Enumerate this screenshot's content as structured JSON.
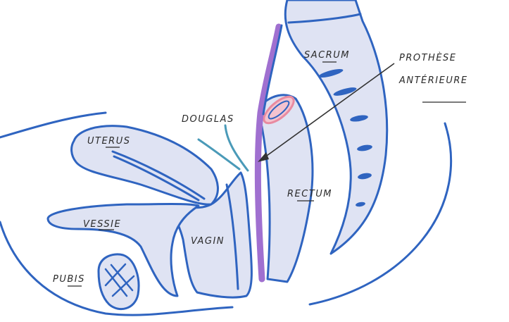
{
  "labels": {
    "sacrum": "SACRUM",
    "prothese_line1": "PROTHÈSE",
    "prothese_line2": "ANTÉRIEURE",
    "douglas": "DOUGLAS",
    "uterus": "UTERUS",
    "rectum": "RECTUM",
    "vessie": "VESSIE",
    "vagin": "VAGIN",
    "pubis": "PUBIS"
  },
  "colors": {
    "outline": "#2f64c0",
    "fill": "#dfe3f3",
    "prothese": "#a070d0",
    "douglas": "#4a9ab8",
    "rectum_ring": "#e88aa0",
    "arrow": "#333333"
  }
}
